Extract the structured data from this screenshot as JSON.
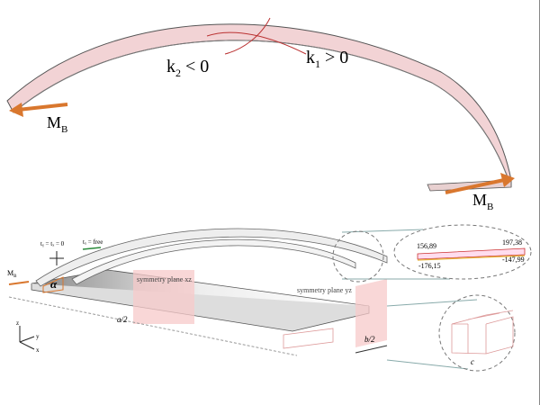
{
  "top_figure": {
    "curvature_neg": {
      "k": "k",
      "sub": "2",
      "rel": " < 0"
    },
    "curvature_pos": {
      "k": "k",
      "sub": "1",
      "rel": " > 0"
    },
    "moment_left": {
      "m": "M",
      "sub": "B"
    },
    "moment_right": {
      "m": "M",
      "sub": "B"
    }
  },
  "bottom_figure": {
    "bc_fixed": "tᵧ = tₓ = 0",
    "bc_free": "tₓ = free",
    "moment": {
      "m": "M",
      "sub": "B"
    },
    "angle": "α",
    "sym_xz": "symmetry plane xz",
    "sym_yz": "symmetry plane yz",
    "half_length": "a/2",
    "half_width": "b/2",
    "element_size": "c",
    "axes": {
      "z": "z",
      "y": "y",
      "x": "x"
    },
    "stress_values": {
      "top_left": "156,89",
      "top_right": "197,38",
      "bottom_left": "-176,15",
      "bottom_right": "-147,99"
    }
  },
  "colors": {
    "shell": "#f2d3d5",
    "arrow": "#d9772e",
    "plane": "#f7c9c9"
  }
}
